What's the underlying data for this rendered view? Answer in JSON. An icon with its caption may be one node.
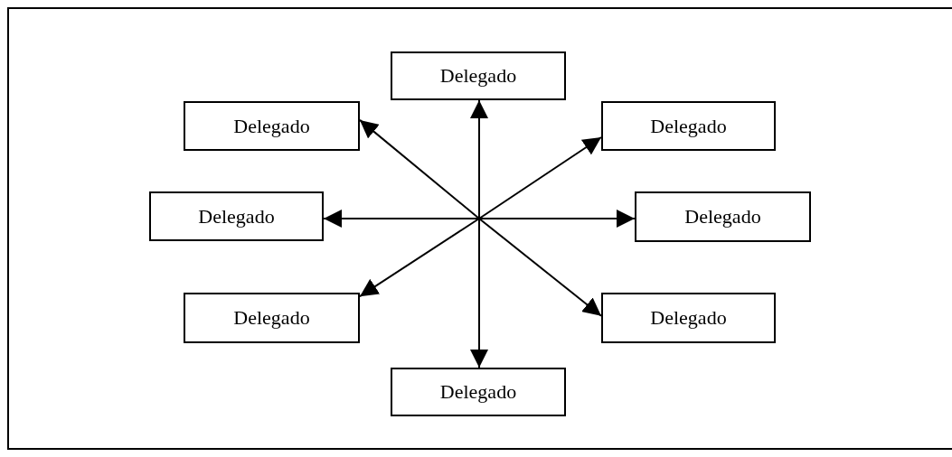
{
  "diagram": {
    "nodes": [
      {
        "text": [
          "Delegado"
        ]
      },
      {
        "text": [
          "Delegado"
        ]
      },
      {
        "text": [
          "Delegado"
        ]
      },
      {
        "text": [
          "Delegado"
        ]
      },
      {
        "text": [
          "Delegado"
        ]
      },
      {
        "text": [
          "Delegado"
        ]
      },
      {
        "text": [
          "Delegado"
        ]
      },
      {
        "text": [
          "Delegado"
        ]
      }
    ],
    "edges": [
      {
        "from": null,
        "to": 0,
        "arrow": "to"
      },
      {
        "from": null,
        "to": 1,
        "arrow": "to"
      },
      {
        "from": null,
        "to": 2,
        "arrow": "to"
      },
      {
        "from": null,
        "to": 3,
        "arrow": "to"
      },
      {
        "from": null,
        "to": 4,
        "arrow": "to"
      },
      {
        "from": null,
        "to": 5,
        "arrow": "to"
      },
      {
        "from": null,
        "to": 6,
        "arrow": "to"
      },
      {
        "from": null,
        "to": 7,
        "arrow": "to"
      }
    ]
  }
}
